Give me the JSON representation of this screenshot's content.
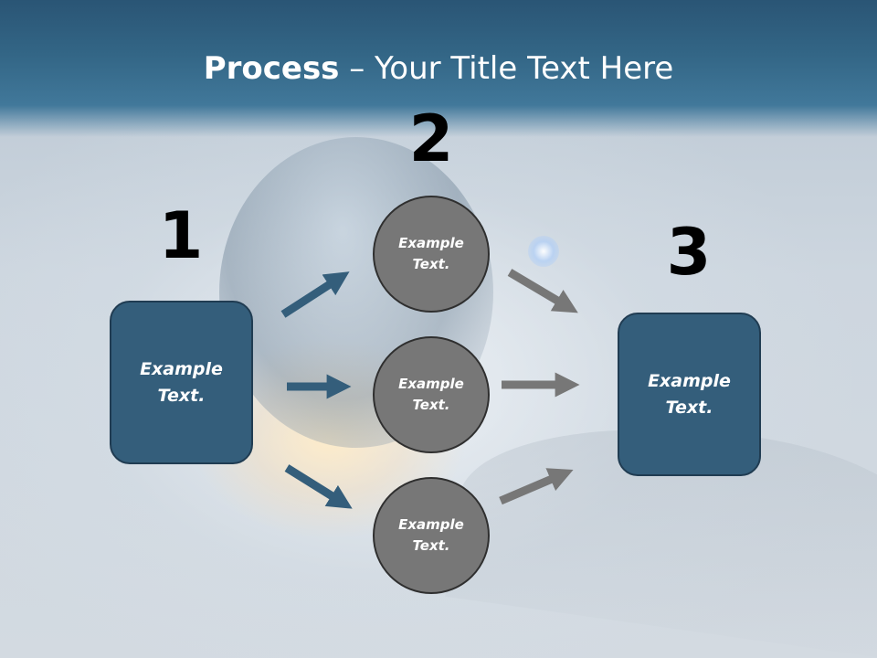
{
  "slide": {
    "title_bold": "Process",
    "title_rest": " – Your Title Text Here"
  },
  "steps": [
    {
      "number": "1",
      "label": "Example Text."
    },
    {
      "number": "2",
      "label": "Example Text."
    },
    {
      "number": "3",
      "label": "Example Text."
    }
  ],
  "circles": [
    {
      "label": "Example Text."
    },
    {
      "label": "Example Text."
    },
    {
      "label": "Example Text."
    }
  ],
  "colors": {
    "box_fill": "#345e7b",
    "circle_fill": "#777777",
    "arrow_left": "#345e7b",
    "arrow_right": "#777777"
  }
}
